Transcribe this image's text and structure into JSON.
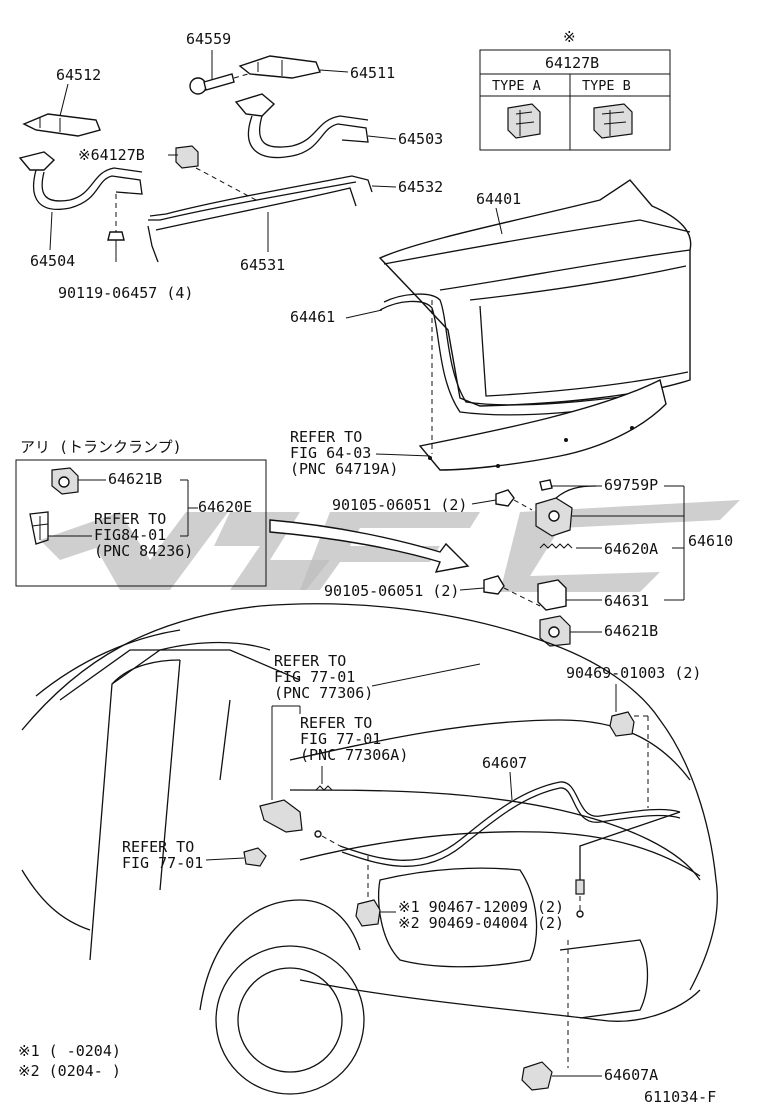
{
  "labels": {
    "p64559": "64559",
    "p64512": "64512",
    "p64511": "64511",
    "p64503": "64503",
    "p64127b_ref": "※64127B",
    "p64532": "64532",
    "p64504": "64504",
    "p64531": "64531",
    "bolt_90119": "90119-06457 (4)",
    "p64401": "64401",
    "p64461": "64461",
    "refer_64_03": [
      "REFER TO",
      "FIG 64-03",
      "(PNC 64719A)"
    ],
    "aritrunk": "アリ (トランクランプ)",
    "p64621b_box": "64621B",
    "p64620e": "64620E",
    "refer_84_01": [
      "REFER TO",
      "FIG84-01",
      "(PNC 84236)"
    ],
    "bolt_90105_a": "90105-06051 (2)",
    "bolt_90105_b": "90105-06051 (2)",
    "p69759p": "69759P",
    "p64610": "64610",
    "p64620a": "64620A",
    "p64631": "64631",
    "p64621b": "64621B",
    "clip_90469": "90469-01003 (2)",
    "refer_77_01_a": [
      "REFER TO",
      "FIG 77-01",
      "(PNC 77306)"
    ],
    "refer_77_01_b": [
      "REFER TO",
      "FIG 77-01",
      "(PNC 77306A)"
    ],
    "p64607": "64607",
    "refer_77_01_c": [
      "REFER TO",
      "FIG 77-01"
    ],
    "note_1_part": "※1 90467-12009 (2)",
    "note_2_part": "※2 90469-04004 (2)",
    "p64607a": "64607A",
    "footnote_1": "※1  (       -0204)",
    "footnote_2": "※2  (0204-        )",
    "figure_id": "611034-F"
  },
  "type_table": {
    "marker": "※",
    "header": "64127B",
    "col_a": "TYPE A",
    "col_b": "TYPE B"
  }
}
